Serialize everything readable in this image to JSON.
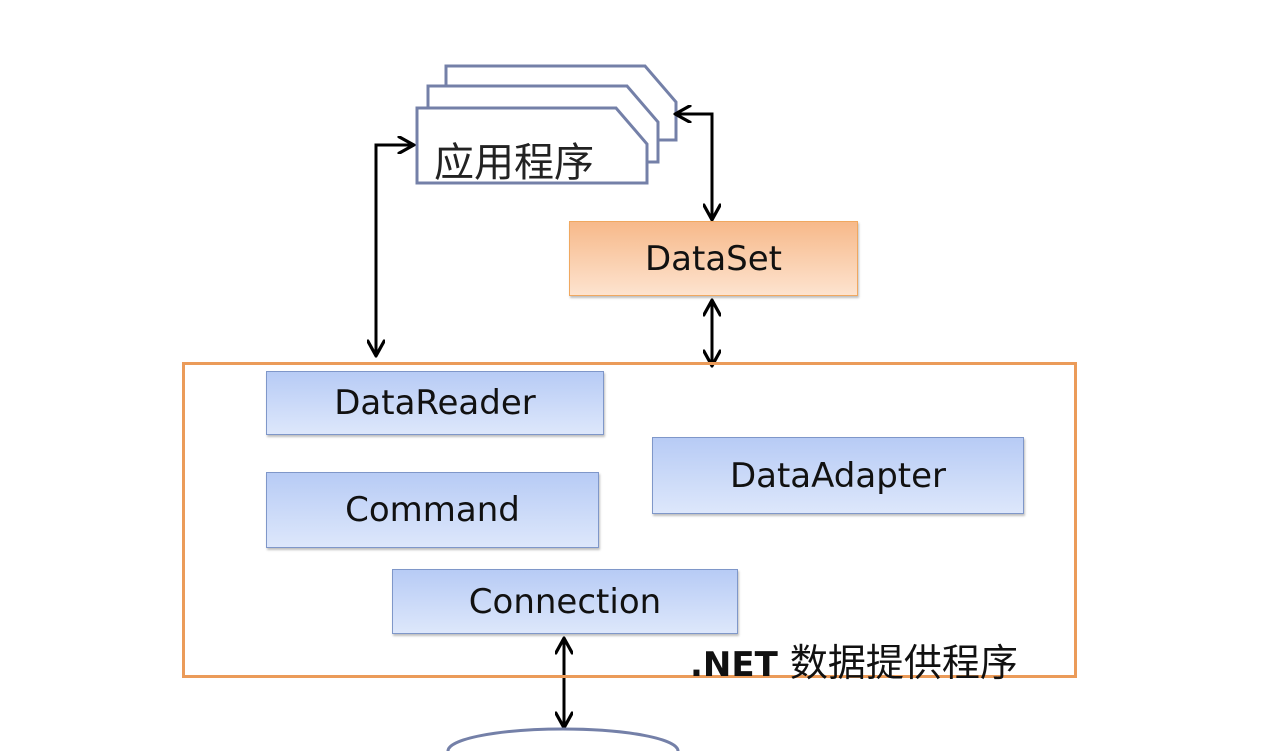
{
  "application": {
    "label": "应用程序"
  },
  "dataset": {
    "label": "DataSet"
  },
  "provider": {
    "label_net": ".NET",
    "label_cn": "数据提供程序",
    "components": {
      "datareader": "DataReader",
      "command": "Command",
      "connection": "Connection",
      "dataadapter": "DataAdapter"
    }
  },
  "colors": {
    "provider_border": "#eb9b59",
    "dataset_fill": "#f7b98a",
    "component_fill": "#b7cbf5",
    "component_border": "#7f97c9",
    "app_border": "#7480a8",
    "arrow": "#000000"
  }
}
